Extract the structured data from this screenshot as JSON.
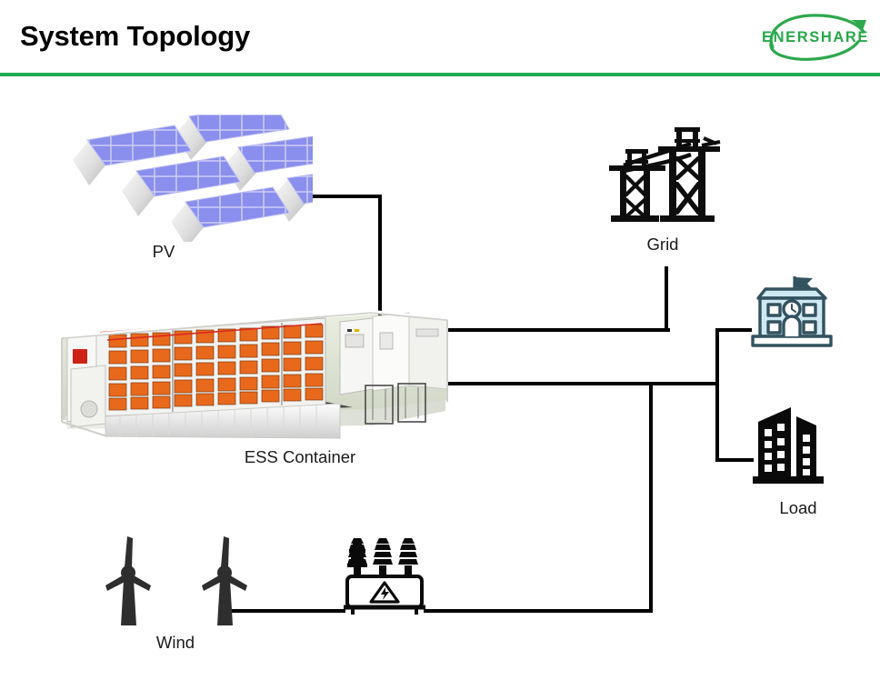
{
  "header": {
    "title": "System Topology",
    "logo_text": "ENERSHARE",
    "logo_name": "enershare-logo",
    "accent_color": "#1faa53",
    "logo_color": "#27a84a"
  },
  "diagram": {
    "nodes": [
      {
        "id": "pv",
        "label": "PV",
        "icon": "solar-panel-array-icon",
        "color": "#8a8eec"
      },
      {
        "id": "grid",
        "label": "Grid",
        "icon": "transmission-tower-icon",
        "color": "#000000"
      },
      {
        "id": "ess",
        "label": "ESS Container",
        "icon": "battery-container-icon",
        "color": "#e8691c"
      },
      {
        "id": "school",
        "label": "",
        "icon": "school-building-icon",
        "color": "#bfe3ef"
      },
      {
        "id": "load",
        "label": "Load",
        "icon": "office-buildings-icon",
        "color": "#000000"
      },
      {
        "id": "wind",
        "label": "Wind",
        "icon": "wind-turbine-icon",
        "color": "#2f2f2f"
      },
      {
        "id": "transformer",
        "label": "",
        "icon": "transformer-icon",
        "color": "#000000"
      }
    ],
    "connections": [
      {
        "from": "pv",
        "to": "ess",
        "name": "pv-to-ess-wire"
      },
      {
        "from": "grid",
        "to": "ess",
        "name": "grid-to-ess-wire"
      },
      {
        "from": "ess",
        "to": "school",
        "name": "ess-to-school-wire"
      },
      {
        "from": "ess",
        "to": "load",
        "name": "ess-to-load-wire"
      },
      {
        "from": "wind",
        "to": "transformer",
        "name": "wind-to-transformer-wire"
      },
      {
        "from": "transformer",
        "to": "ess",
        "name": "transformer-to-ess-wire"
      }
    ],
    "wire_color": "#000000"
  }
}
